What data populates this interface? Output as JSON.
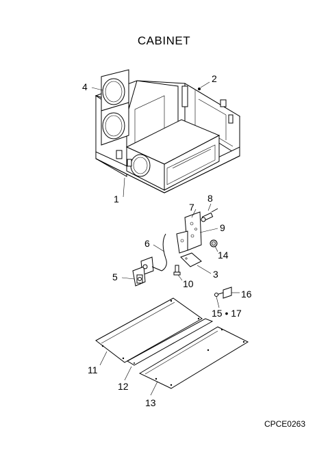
{
  "title": "CABINET",
  "drawing_code": "CPCE0263",
  "callouts": {
    "c1": "1",
    "c2": "2",
    "c3": "3",
    "c4": "4",
    "c5": "5",
    "c6": "6",
    "c7": "7",
    "c8": "8",
    "c9": "9",
    "c10": "10",
    "c11": "11",
    "c12": "12",
    "c13": "13",
    "c14": "14",
    "c16": "16",
    "c15_17": "15 • 17"
  }
}
